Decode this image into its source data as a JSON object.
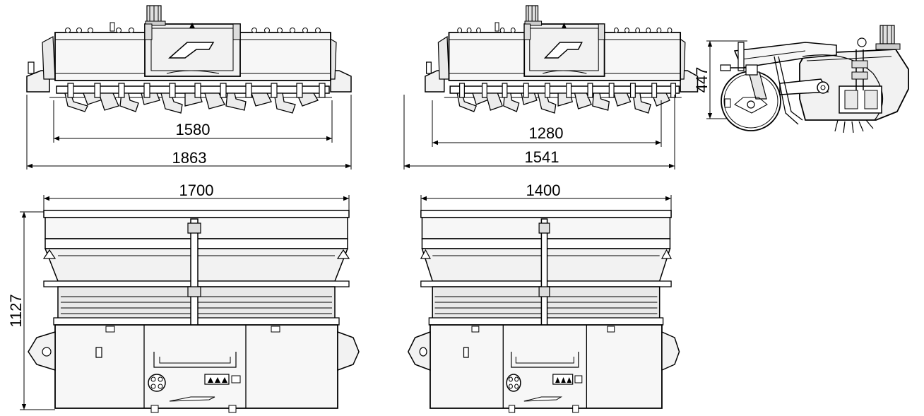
{
  "views": {
    "front_large": {
      "inner_width": "1580",
      "overall_width": "1863"
    },
    "front_small": {
      "inner_width": "1280",
      "overall_width": "1541"
    },
    "side": {
      "height": "447"
    },
    "top_large": {
      "width": "1700",
      "depth": "1127"
    },
    "top_small": {
      "width": "1400"
    }
  },
  "colors": {
    "line": "#000000",
    "fill": "#f2f2f2",
    "shade": "#d9d9d9"
  }
}
